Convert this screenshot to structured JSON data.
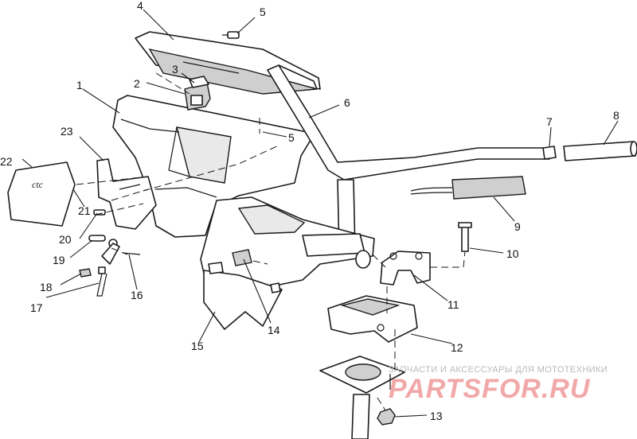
{
  "callouts": {
    "c1": "1",
    "c2": "2",
    "c3": "3",
    "c4": "4",
    "c5a": "5",
    "c5b": "5",
    "c6": "6",
    "c7": "7",
    "c8": "8",
    "c9": "9",
    "c10": "10",
    "c11": "11",
    "c12": "12",
    "c13": "13",
    "c14": "14",
    "c15": "15",
    "c16": "16",
    "c17": "17",
    "c18": "18",
    "c19": "19",
    "c20": "20",
    "c21": "21",
    "c22": "22",
    "c23": "23"
  },
  "pad_text": "ctc",
  "watermark": {
    "tagline": "ЗАПЧАСТИ И АКСЕССУАРЫ ДЛЯ МОТОТЕХНИКИ",
    "logo": "PARTSFOR.RU",
    "tint": "#ef9a9a"
  }
}
